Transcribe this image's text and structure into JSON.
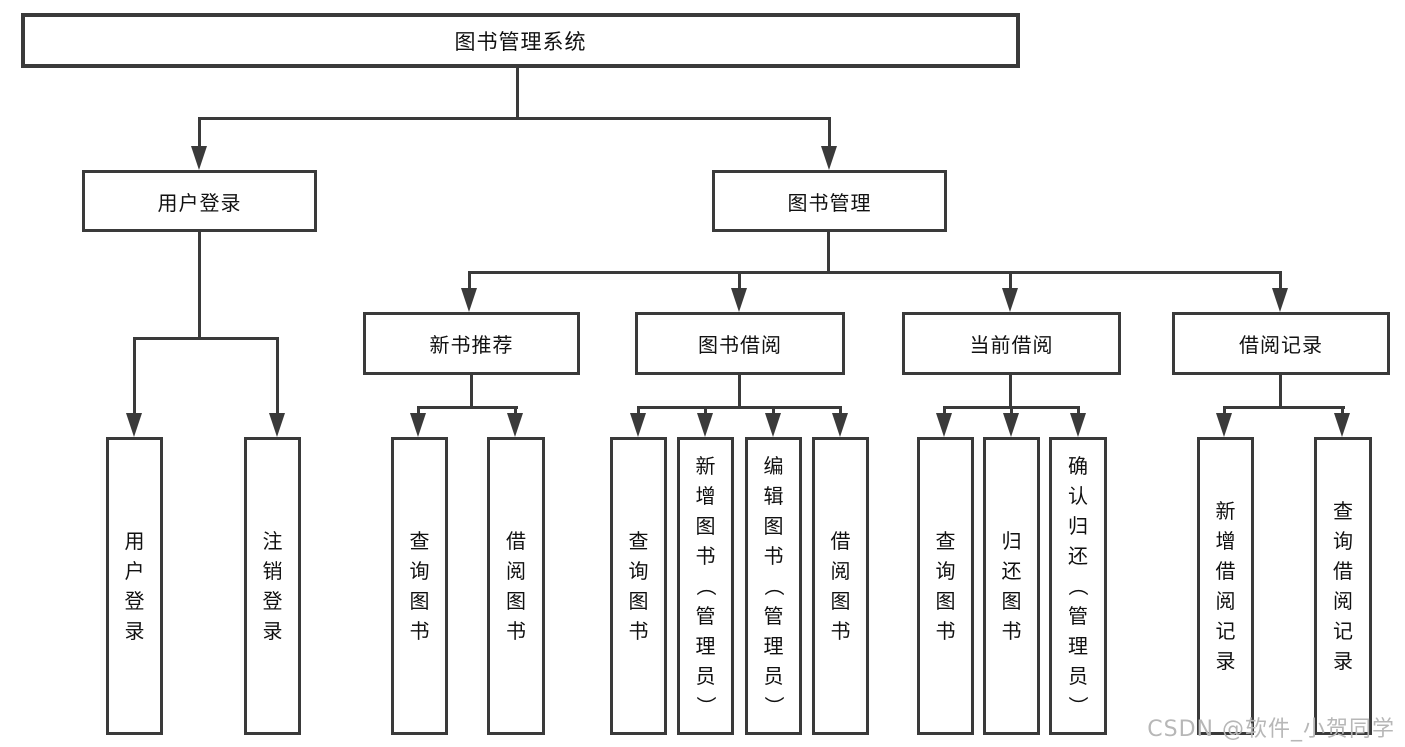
{
  "nodes": {
    "root": {
      "label": "图书管理系统"
    },
    "l2": [
      {
        "label": "用户登录"
      },
      {
        "label": "图书管理"
      }
    ],
    "l3": [
      {
        "label": "新书推荐"
      },
      {
        "label": "图书借阅"
      },
      {
        "label": "当前借阅"
      },
      {
        "label": "借阅记录"
      }
    ],
    "leaves": [
      {
        "label": "用户登录"
      },
      {
        "label": "注销登录"
      },
      {
        "label": "查询图书"
      },
      {
        "label": "借阅图书"
      },
      {
        "label": "查询图书"
      },
      {
        "label": "新增图书（管理员）"
      },
      {
        "label": "编辑图书（管理员）"
      },
      {
        "label": "借阅图书"
      },
      {
        "label": "查询图书"
      },
      {
        "label": "归还图书"
      },
      {
        "label": "确认归还（管理员）"
      },
      {
        "label": "新增借阅记录"
      },
      {
        "label": "查询借阅记录"
      }
    ]
  },
  "watermark": {
    "text": "CSDN @软件_小贺同学"
  },
  "colors": {
    "line": "#3a3a3a",
    "text": "#111111",
    "watermark": "#b7b7b7",
    "background": "#ffffff"
  }
}
